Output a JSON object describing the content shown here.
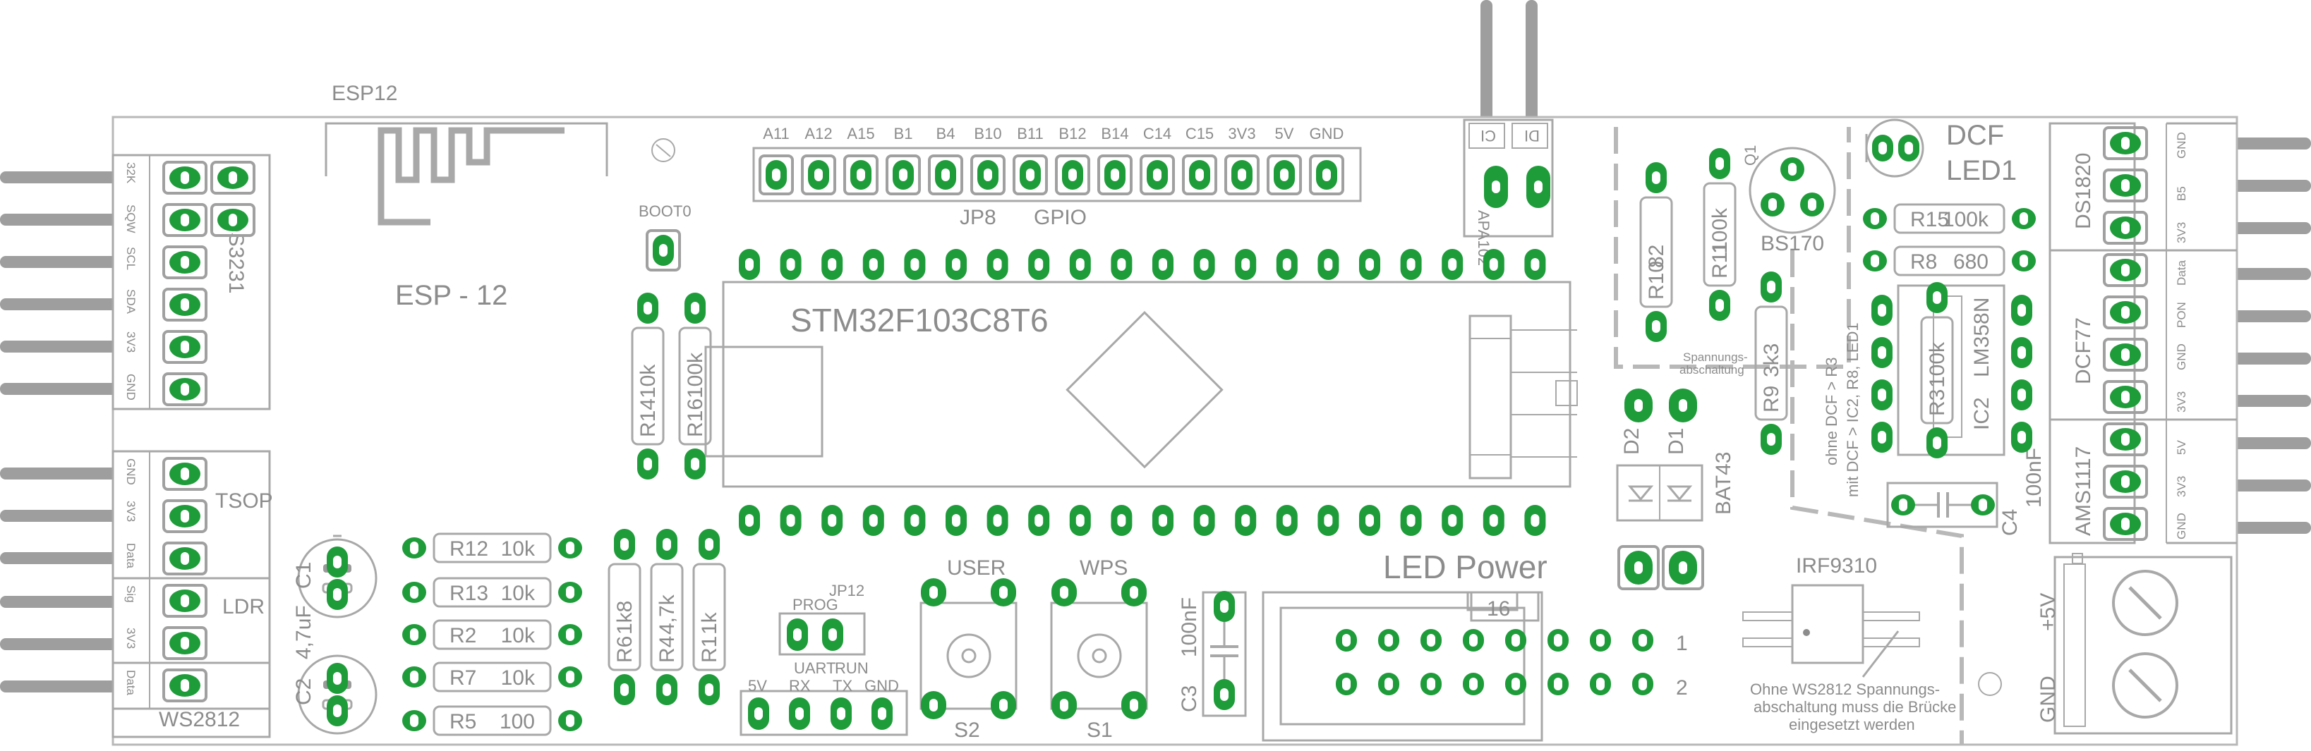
{
  "board": {
    "esp12_label_top": "ESP12",
    "esp12_label": "ESP - 12",
    "mcu_label": "STM32F103C8T6",
    "boot_label": "BOOT0",
    "gpio_header": {
      "pins": [
        "A11",
        "A12",
        "A15",
        "B1",
        "B4",
        "B10",
        "B11",
        "B12",
        "B14",
        "C14",
        "C15",
        "3V3",
        "5V",
        "GND"
      ],
      "jp_label": "JP8",
      "name": "GPIO"
    },
    "apa102": {
      "label": "APA102",
      "ci": "CI",
      "di": "DI"
    },
    "left_connectors": [
      {
        "name": "DS3231",
        "pins": [
          "32K",
          "SQW",
          "SCL",
          "SDA",
          "3V3",
          "GND"
        ]
      },
      {
        "name": "TSOP",
        "pins": [
          "GND",
          "3V3",
          "Data"
        ]
      },
      {
        "name": "LDR",
        "pins": [
          "Sig",
          "3V3"
        ]
      },
      {
        "name": "WS2812",
        "pins": [
          "Data"
        ]
      }
    ],
    "right_connectors": [
      {
        "name": "DS1820",
        "pins": [
          "GND",
          "B5",
          "3V3"
        ]
      },
      {
        "name": "DCF77",
        "pins": [
          "Data",
          "PON",
          "GND",
          "3V3"
        ]
      },
      {
        "name": "AMS1117",
        "pins": [
          "5V",
          "3V3",
          "GND"
        ]
      }
    ],
    "resistors_vertical": [
      {
        "ref": "R14",
        "value": "10k"
      },
      {
        "ref": "R16",
        "value": "100k"
      },
      {
        "ref": "R10",
        "value": "82"
      },
      {
        "ref": "R11",
        "value": "100k"
      },
      {
        "ref": "R9",
        "value": "3k3"
      },
      {
        "ref": "R6",
        "value": "1k8"
      },
      {
        "ref": "R4",
        "value": "4,7k"
      },
      {
        "ref": "R1",
        "value": "1k"
      },
      {
        "ref": "R3",
        "value": "100k"
      }
    ],
    "resistors_horizontal": [
      {
        "ref": "R12",
        "value": "10k"
      },
      {
        "ref": "R13",
        "value": "10k"
      },
      {
        "ref": "R2",
        "value": "10k"
      },
      {
        "ref": "R7",
        "value": "10k"
      },
      {
        "ref": "R5",
        "value": "100"
      },
      {
        "ref": "R15",
        "value": "100k"
      },
      {
        "ref": "R8",
        "value": "680"
      }
    ],
    "capacitors": {
      "c1": "C1",
      "c2": "C2",
      "cap_value": "4,7uF",
      "c3": "C3",
      "c3_value": "100nF",
      "c4": "C4",
      "c4_value": "100nF"
    },
    "q1": {
      "ref": "Q1",
      "part": "BS170"
    },
    "dcf_led": {
      "line1": "DCF",
      "line2": "LED1"
    },
    "opamp": {
      "ref": "IC2",
      "part": "LM358N"
    },
    "diodes": {
      "d1": "D1",
      "d2": "D2",
      "part": "BAT43"
    },
    "spannung_small": {
      "line1": "Spannungs-",
      "line2": "abschaltung"
    },
    "dcf_note": {
      "line1": "ohne DCF > R3",
      "line2": "mit DCF > IC2, R8, LED1"
    },
    "led_power": {
      "label": "LED Power",
      "pin16": "16",
      "pin1": "1",
      "pin2": "2"
    },
    "mosfet": "IRF9310",
    "ws2812_note": {
      "line1": "Ohne WS2812 Spannungs-",
      "line2": "abschaltung muss die Brücke",
      "line3": "eingesetzt werden"
    },
    "uart": {
      "jp_label": "JP12",
      "prog": "PROG",
      "uart": "UART",
      "run": "RUN",
      "pins": [
        "5V",
        "RX",
        "TX",
        "GND"
      ]
    },
    "buttons": {
      "user": "USER",
      "wps": "WPS",
      "s1": "S1",
      "s2": "S2"
    },
    "power_terminal": {
      "plus": "+5V",
      "gnd": "GND"
    }
  },
  "colors": {
    "pad": "#1f9c3a",
    "silk": "#a8a8a8",
    "text": "#8c8c8c",
    "lead": "#9e9e9e"
  }
}
